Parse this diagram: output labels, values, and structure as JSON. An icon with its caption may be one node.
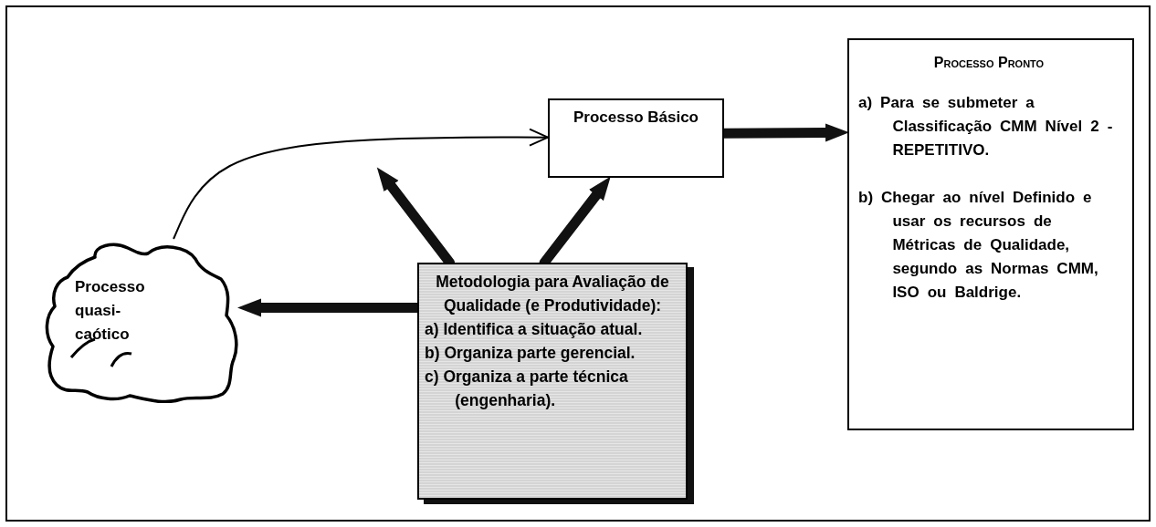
{
  "diagram": {
    "nodes": [
      {
        "text": [
          "Processo Básico"
        ]
      },
      {
        "text": [
          "Processo Pronto",
          "a) Para se submeter a Classificação CMM Nível 2 - REPETITIVO.",
          "b) Chegar ao nível Definido e usar os recursos de Métricas de Qualidade, segundo as Normas CMM, ISO ou Baldrige."
        ]
      },
      {
        "text": [
          "Processo quasi-caótico"
        ]
      },
      {
        "text": [
          "Metodologia para Avaliação de Qualidade (e Produtividade):",
          "a) Identifica a situação atual.",
          "b) Organiza parte gerencial.",
          "c) Organiza a parte técnica (engenharia)."
        ]
      }
    ],
    "edges": [
      {
        "from": 2,
        "to": 0,
        "arrow": "to"
      },
      {
        "from": 0,
        "to": 1,
        "arrow": "to"
      },
      {
        "from": 3,
        "to": null,
        "arrow": "to"
      },
      {
        "from": 3,
        "to": 0,
        "arrow": "to"
      },
      {
        "from": 3,
        "to": 2,
        "arrow": "to"
      }
    ]
  }
}
